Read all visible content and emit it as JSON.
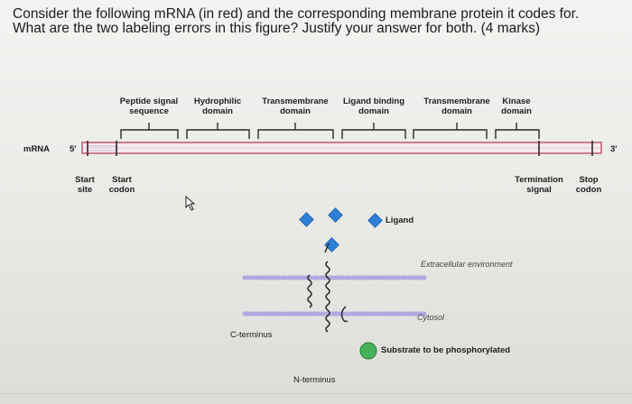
{
  "question": "Consider the following mRNA (in red) and the corresponding membrane protein it codes for. What are the two labeling errors in this figure? Justify your answer for both. (4 marks)",
  "domains": [
    {
      "line1": "Peptide signal",
      "line2": "sequence"
    },
    {
      "line1": "Hydrophilic",
      "line2": "domain"
    },
    {
      "line1": "Transmembrane",
      "line2": "domain"
    },
    {
      "line1": "Ligand binding",
      "line2": "domain"
    },
    {
      "line1": "Transmembrane",
      "line2": "domain"
    },
    {
      "line1": "Kinase",
      "line2": "domain"
    }
  ],
  "mrna": {
    "label": "mRNA",
    "five_prime": "5'",
    "three_prime": "3'",
    "start_site": {
      "line1": "Start",
      "line2": "site"
    },
    "start_codon": {
      "line1": "Start",
      "line2": "codon"
    },
    "termination_signal": {
      "line1": "Termination",
      "line2": "signal"
    },
    "stop_codon": {
      "line1": "Stop",
      "line2": "codon"
    },
    "color": "#c0607a"
  },
  "protein": {
    "ligand_label": "Ligand",
    "extracellular_label": "Extracellular environment",
    "cytosol_label": "Cytosol",
    "c_terminus_label": "C-terminus",
    "n_terminus_label": "N-terminus",
    "substrate_label": "Substrate to be phosphorylated",
    "ligand_color": "#2f7fd6",
    "substrate_color": "#46b35a",
    "membrane_color": "#b1a8e0"
  }
}
